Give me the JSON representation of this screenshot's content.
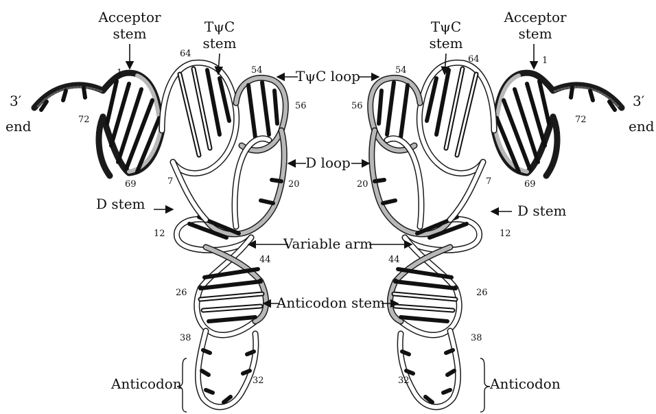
{
  "labels": {
    "acceptor_stem_line1": "Acceptor",
    "acceptor_stem_line2": "stem",
    "tpsic_stem_line1": "TψC",
    "tpsic_stem_line2": "stem",
    "tpsic_loop": "TψC loop",
    "three_prime": "3′",
    "end": "end",
    "d_loop": "D loop",
    "d_stem": "D stem",
    "variable_arm": "Variable arm",
    "anticodon_stem": "Anticodon stem",
    "anticodon": "Anticodon"
  },
  "numbers": {
    "n1": "1",
    "n7": "7",
    "n12": "12",
    "n20": "20",
    "n26": "26",
    "n32": "32",
    "n38": "38",
    "n44": "44",
    "n54": "54",
    "n56": "56",
    "n64": "64",
    "n69": "69",
    "n72": "72"
  },
  "colors": {
    "ink": "#111111",
    "shade": "#b8b8b8",
    "paper": "#ffffff"
  }
}
